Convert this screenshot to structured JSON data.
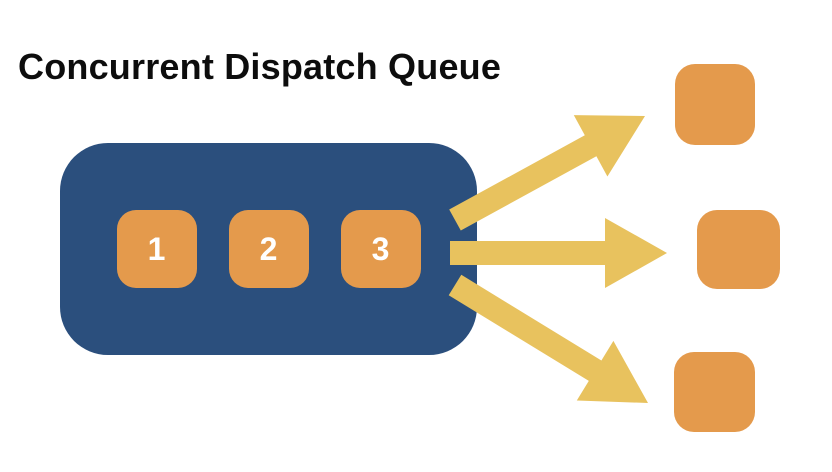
{
  "title": "Concurrent Dispatch Queue",
  "queue": {
    "tasks": [
      {
        "label": "1"
      },
      {
        "label": "2"
      },
      {
        "label": "3"
      }
    ]
  },
  "outputs": {
    "count": 3
  },
  "colors": {
    "background": "#FFFFFF",
    "queue_box": "#2B4F7D",
    "task_fill": "#E49A4C",
    "task_label": "#FFFFFF",
    "arrow": "#E8C25E",
    "title_text": "#0D0D0D"
  }
}
